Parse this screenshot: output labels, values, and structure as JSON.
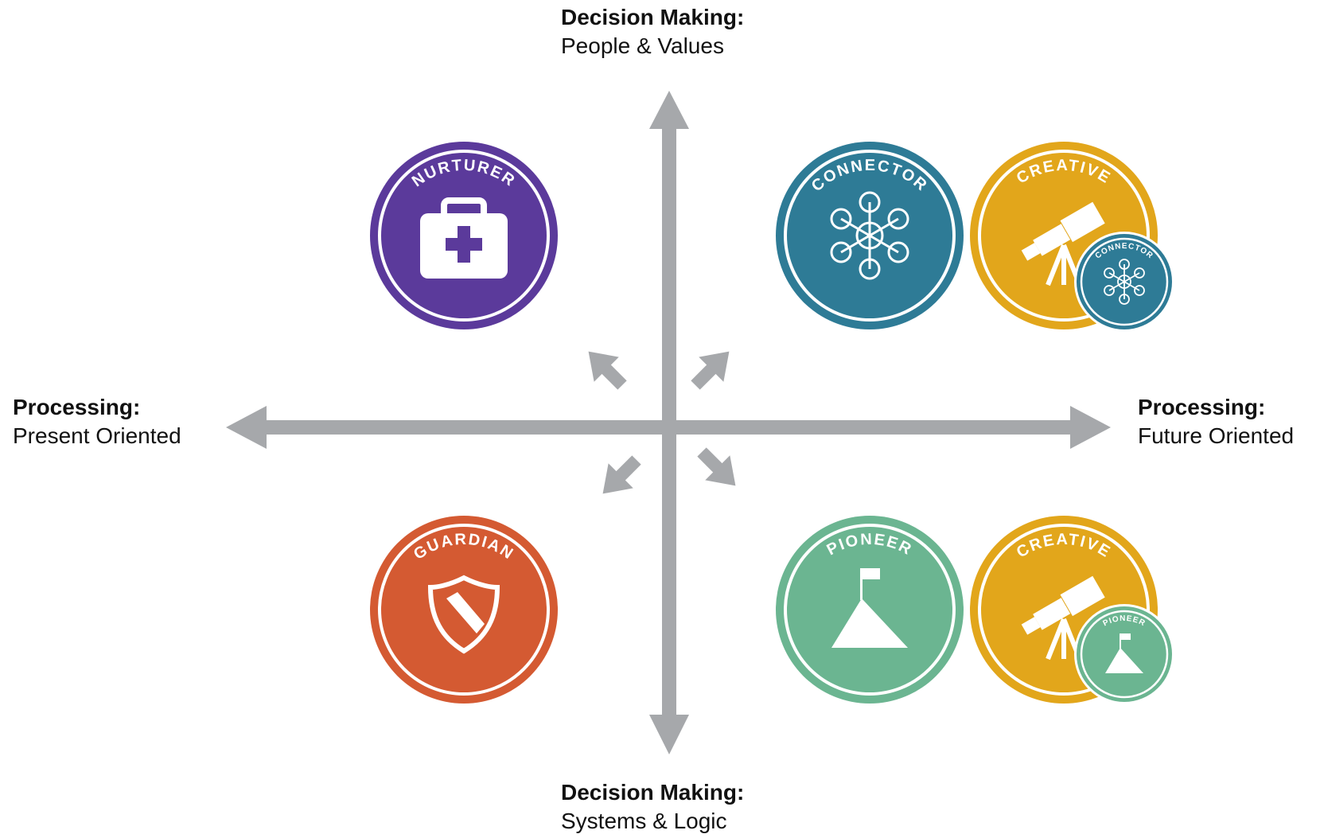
{
  "axes": {
    "top": {
      "heading": "Decision Making:",
      "sub": "People & Values"
    },
    "bottom": {
      "heading": "Decision Making:",
      "sub": "Systems & Logic"
    },
    "left": {
      "heading": "Processing:",
      "sub": "Present Oriented"
    },
    "right": {
      "heading": "Processing:",
      "sub": "Future Oriented"
    }
  },
  "badges": {
    "nurturer": {
      "label": "NURTURER",
      "color": "#5b3a9b",
      "icon": "first-aid-kit-icon"
    },
    "connector": {
      "label": "CONNECTOR",
      "color": "#2e7b96",
      "icon": "network-people-icon"
    },
    "creative_top": {
      "label": "CREATIVE",
      "color": "#e2a61b",
      "icon": "telescope-icon"
    },
    "connector_small": {
      "label": "CONNECTOR",
      "color": "#2e7b96",
      "icon": "network-people-icon"
    },
    "guardian": {
      "label": "GUARDIAN",
      "color": "#d45a32",
      "icon": "shield-icon"
    },
    "pioneer": {
      "label": "PIONEER",
      "color": "#6bb591",
      "icon": "mountain-flag-icon"
    },
    "creative_bottom": {
      "label": "CREATIVE",
      "color": "#e2a61b",
      "icon": "telescope-icon"
    },
    "pioneer_small": {
      "label": "PIONEER",
      "color": "#6bb591",
      "icon": "mountain-flag-icon"
    }
  },
  "colors": {
    "arrow": "#a6a8ab"
  }
}
